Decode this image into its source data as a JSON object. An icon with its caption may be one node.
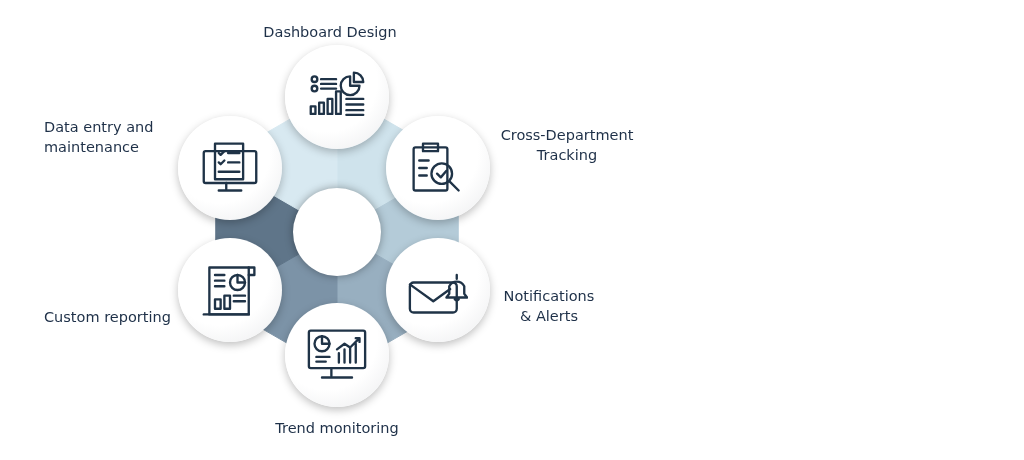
{
  "diagram": {
    "nodes": [
      {
        "text": [
          "Dashboard Design"
        ]
      },
      {
        "text": [
          "Data entry and maintenance"
        ]
      },
      {
        "text": [
          "Cross-Department Tracking"
        ]
      },
      {
        "text": [
          "Notifications & Alerts"
        ]
      },
      {
        "text": [
          "Custom reporting"
        ]
      },
      {
        "text": [
          "Trend monitoring"
        ]
      }
    ],
    "edges": []
  }
}
